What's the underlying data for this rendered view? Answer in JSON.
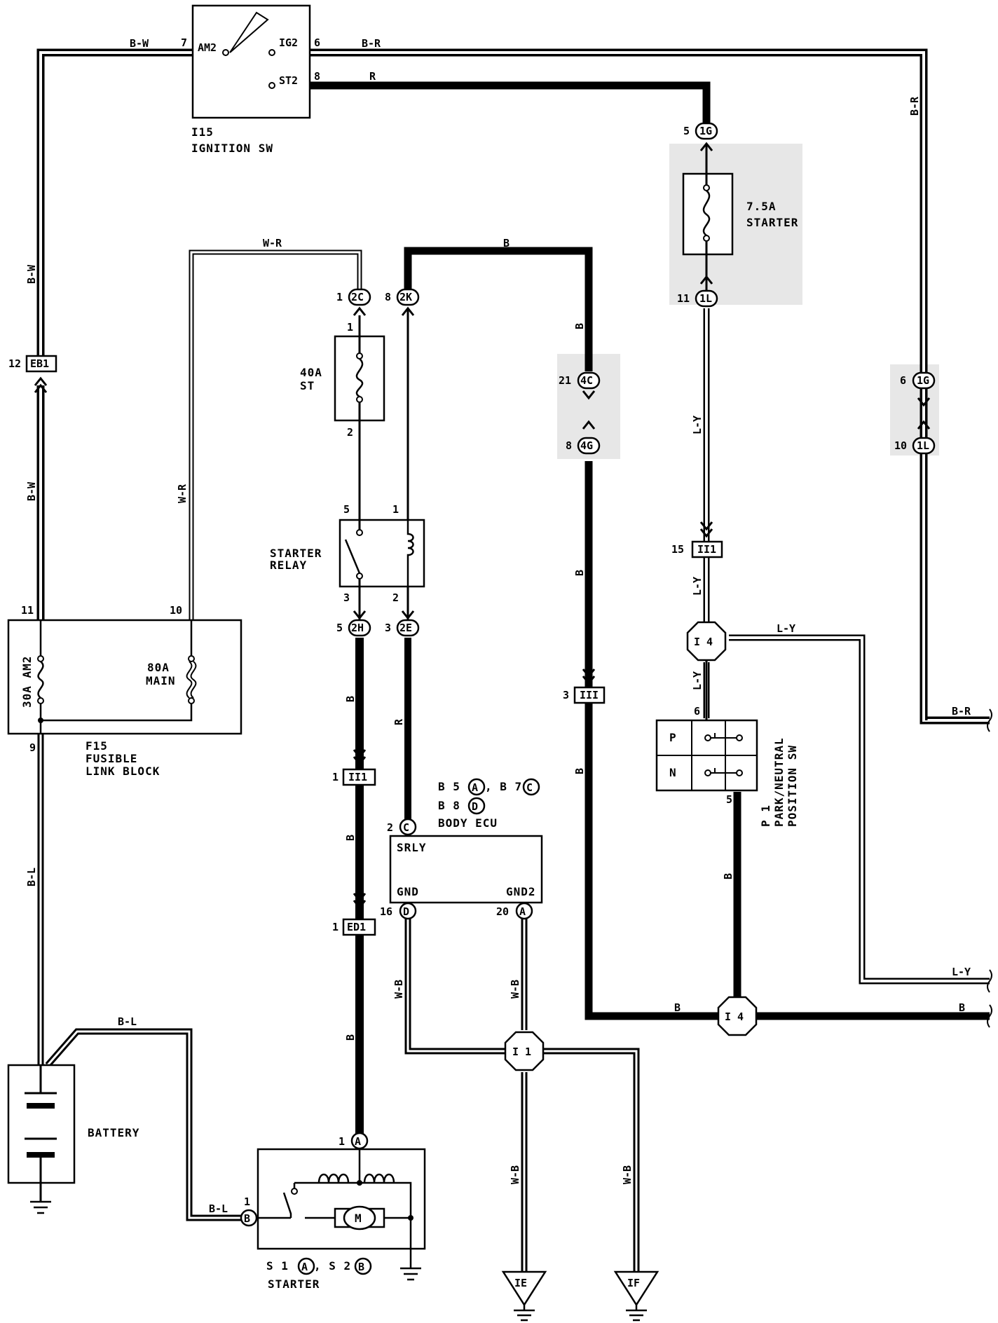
{
  "components": {
    "ignition_sw": {
      "id": "I15",
      "name": "IGNITION SW",
      "am2": "AM2",
      "ig2": "IG2",
      "st2": "ST2",
      "pin_am2": "7",
      "pin_ig2": "6",
      "pin_st2": "8"
    },
    "fuse_starter": {
      "rating": "7.5A",
      "name": "STARTER"
    },
    "fuse_st": {
      "rating": "40A",
      "name": "ST",
      "pin_top": "1",
      "pin_bot": "2"
    },
    "starter_relay": {
      "line1": "STARTER",
      "line2": "RELAY",
      "pin5": "5",
      "pin1": "1",
      "pin3": "3",
      "pin2": "2"
    },
    "fusible_link": {
      "id": "F15",
      "line1": "FUSIBLE",
      "line2": "LINK BLOCK",
      "fuse1": "30A AM2",
      "fuse2_a": "80A",
      "fuse2_b": "MAIN",
      "pin11": "11",
      "pin10": "10",
      "pin9": "9"
    },
    "body_ecu": {
      "name": "BODY ECU",
      "ref_line1": "B 5",
      "ref_a": "A",
      "ref_mid": ", B 7",
      "ref_c": "C",
      "ref_line2": "B 8",
      "ref_d": "D",
      "srly": "SRLY",
      "gnd": "GND",
      "gnd2": "GND2",
      "pin_c": "2",
      "pin_d": "16",
      "pin_a": "20"
    },
    "pn_sw": {
      "id": "P 1",
      "line1": "PARK/NEUTRAL",
      "line2": "POSITION SW",
      "p": "P",
      "n": "N",
      "pin6": "6",
      "pin5": "5"
    },
    "battery": {
      "name": "BATTERY"
    },
    "starter": {
      "name": "STARTER",
      "ref_s1": "S 1",
      "ref_a": "A",
      "ref_s2": ", S 2",
      "ref_b": "B",
      "motor": "M",
      "pin_a": "1",
      "pin_b": "1"
    }
  },
  "connectors": {
    "c1g_top": {
      "label": "1G",
      "pin": "5"
    },
    "c1l_top": {
      "label": "1L",
      "pin": "11"
    },
    "c2c": {
      "label": "2C",
      "pin": "1"
    },
    "c2k": {
      "label": "2K",
      "pin": "8"
    },
    "c4c": {
      "label": "4C",
      "pin": "21"
    },
    "c4g": {
      "label": "4G",
      "pin": "8"
    },
    "c1g_right": {
      "label": "1G",
      "pin": "6"
    },
    "c1l_right": {
      "label": "1L",
      "pin": "10"
    },
    "eb1": {
      "label": "EB1",
      "pin": "12"
    },
    "ii1_right": {
      "label": "II1",
      "pin": "15"
    },
    "c2h": {
      "label": "2H",
      "pin": "5"
    },
    "c2e": {
      "label": "2E",
      "pin": "3"
    },
    "iii": {
      "label": "III",
      "pin": "3"
    },
    "ii1_left": {
      "label": "II1",
      "pin": "1"
    },
    "ed1": {
      "label": "ED1",
      "pin": "1"
    },
    "j_i4_top": {
      "label": "I 4"
    },
    "j_i4_bottom": {
      "label": "I 4"
    },
    "j_i1": {
      "label": "I 1"
    },
    "gnd_ie": {
      "label": "IE"
    },
    "gnd_if": {
      "label": "IF"
    }
  },
  "wires": {
    "bw1": "B-W",
    "bw2": "B-W",
    "bw3": "B-W",
    "br1": "B-R",
    "br2": "B-R",
    "br3": "B-R",
    "r1": "R",
    "r2": "R",
    "b1": "B",
    "b2": "B",
    "b3": "B",
    "b4": "B",
    "b5": "B",
    "b6": "B",
    "b7": "B",
    "b8": "B",
    "b9": "B",
    "wr1": "W-R",
    "wr2": "W-R",
    "ly1": "L-Y",
    "ly2": "L-Y",
    "ly3": "L-Y",
    "ly4": "L-Y",
    "ly5": "L-Y",
    "bl1": "B-L",
    "bl2": "B-L",
    "bl3": "B-L",
    "wb1": "W-B",
    "wb2": "W-B",
    "wb3": "W-B",
    "wb4": "W-B"
  }
}
